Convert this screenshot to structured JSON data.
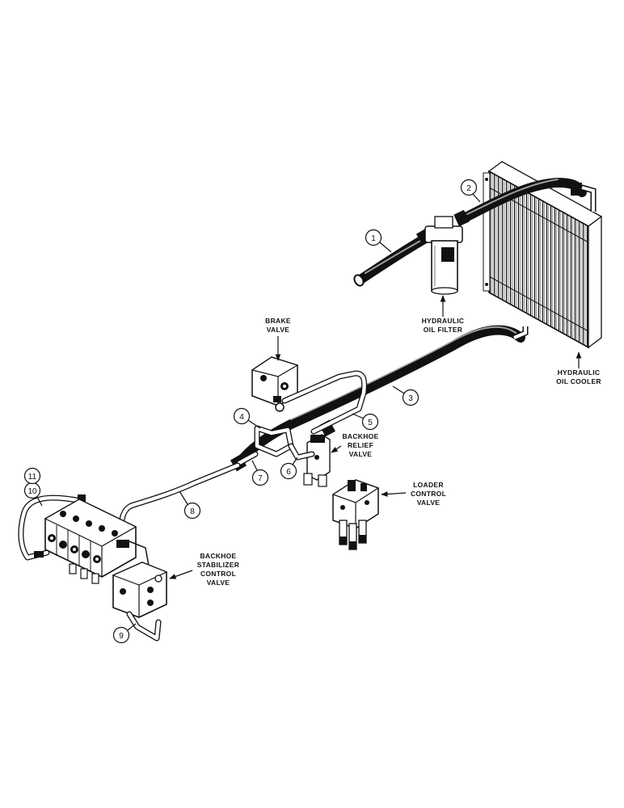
{
  "labels": {
    "brake_valve": [
      "BRAKE",
      "VALVE"
    ],
    "hydraulic_oil_filter": [
      "HYDRAULIC",
      "OIL FILTER"
    ],
    "hydraulic_oil_cooler": [
      "HYDRAULIC",
      "OIL COOLER"
    ],
    "backhoe_relief_valve": [
      "BACKHOE",
      "RELIEF",
      "VALVE"
    ],
    "loader_control_valve": [
      "LOADER",
      "CONTROL",
      "VALVE"
    ],
    "backhoe_stabilizer_control_valve": [
      "BACKHOE",
      "STABILIZER",
      "CONTROL",
      "VALVE"
    ]
  },
  "callouts": [
    "1",
    "2",
    "3",
    "4",
    "5",
    "6",
    "7",
    "8",
    "9",
    "10",
    "11"
  ]
}
